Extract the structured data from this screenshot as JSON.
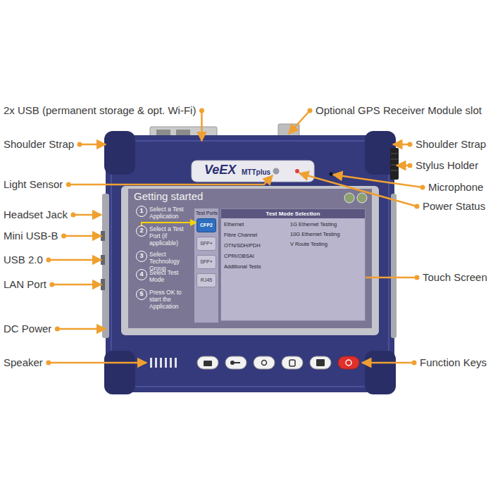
{
  "diagram": {
    "nodes": [
      {
        "text": [
          "1"
        ]
      },
      {
        "text": [
          "2"
        ]
      },
      {
        "text": [
          "3"
        ]
      },
      {
        "text": [
          "4"
        ]
      },
      {
        "text": [
          "5"
        ]
      },
      {
        "text": [
          "Test Mode Selection"
        ]
      },
      {
        "text": [
          "CFP2"
        ]
      },
      {
        "text": [
          "SFP+"
        ]
      },
      {
        "text": [
          "SFP+"
        ]
      },
      {
        "text": [
          "RJ45"
        ]
      }
    ],
    "edges": [
      {
        "from": 1,
        "to": 6,
        "arrow": "to"
      }
    ],
    "labels": [
      "2x USB (permanent storage & opt. Wi-Fi)",
      "Optional GPS Receiver Module slot",
      "Shoulder Strap",
      "Shoulder Strap",
      "Stylus Holder",
      "Light Sensor",
      "Microphone",
      "Headset Jack",
      "Power Status",
      "Mini USB-B",
      "USB 2.0",
      "Touch Screen",
      "LAN Port",
      "DC Power",
      "Speaker",
      "Function Keys",
      "VeEX",
      "MTTplus",
      "Getting started",
      "Select a Test Application",
      "Select a Test Port (if applicable)",
      "Select Technology Group",
      "Select Test Mode",
      "Press OK to start the Application",
      "Test Ports",
      "Ethernet",
      "Fibre Channel",
      "OTN/SDH/PDH",
      "CPRI/OBSAI",
      "Additional Tests",
      "1G Ethernet Testing",
      "10G Ethernet Testing",
      "V Route Testing"
    ]
  }
}
